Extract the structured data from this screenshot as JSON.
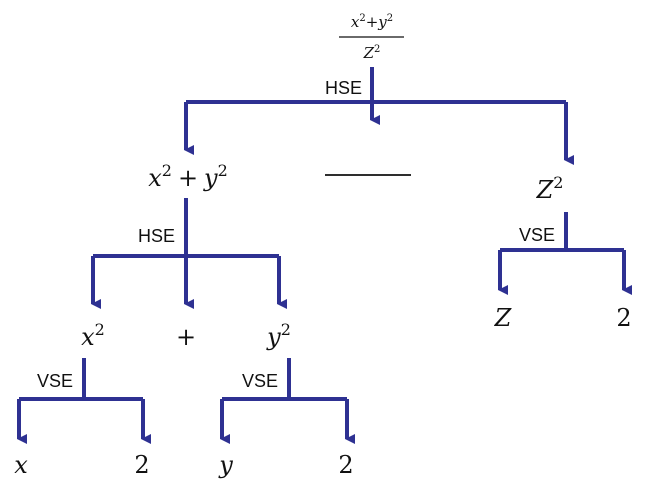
{
  "root": {
    "numerator": "x²+y²",
    "num_a": "x",
    "num_a_sup": "2",
    "num_op": "+",
    "num_b": "y",
    "num_b_sup": "2",
    "den": "Z",
    "den_sup": "2"
  },
  "labels": {
    "hse_root": "HSE",
    "hse_sum": "HSE",
    "vse_z": "VSE",
    "vse_x": "VSE",
    "vse_y": "VSE"
  },
  "nodes": {
    "sum": {
      "a": "x",
      "a_sup": "2",
      "op": "+",
      "b": "y",
      "b_sup": "2"
    },
    "z_sq": {
      "base": "Z",
      "sup": "2"
    },
    "z_base": "Z",
    "z_exp": "2",
    "x_sq": {
      "base": "x",
      "sup": "2"
    },
    "plus": "+",
    "y_sq": {
      "base": "y",
      "sup": "2"
    },
    "x_base": "x",
    "x_exp": "2",
    "y_base": "y",
    "y_exp": "2"
  },
  "colors": {
    "connector": "#2e3192",
    "text": "#111111"
  }
}
